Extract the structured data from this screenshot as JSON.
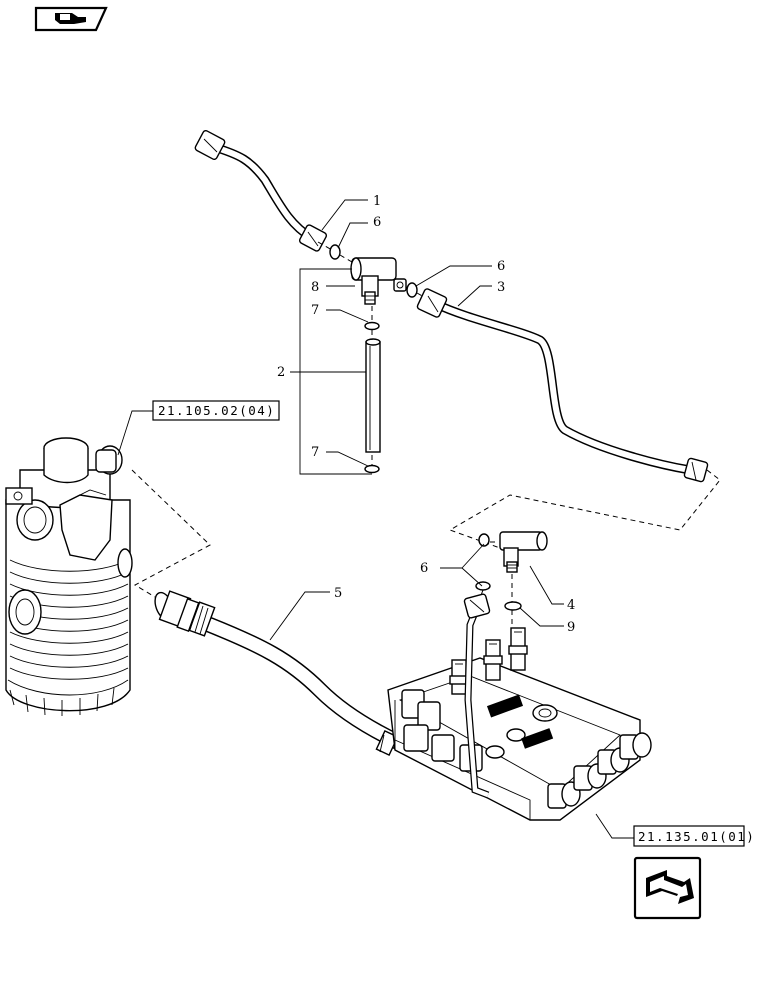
{
  "callouts": {
    "c1": "1",
    "c6a": "6",
    "c8": "8",
    "c7a": "7",
    "c2": "2",
    "c7b": "7",
    "c6b": "6",
    "c3": "3",
    "c5": "5",
    "c6c": "6",
    "c4": "4",
    "c9": "9"
  },
  "references": {
    "air_filter_ref": "21.105.02(04)",
    "valve_ref": "21.135.01(01)"
  },
  "icons": {
    "top_nav": "book-hand-icon",
    "bottom_nav": "next-page-arrow-icon"
  }
}
